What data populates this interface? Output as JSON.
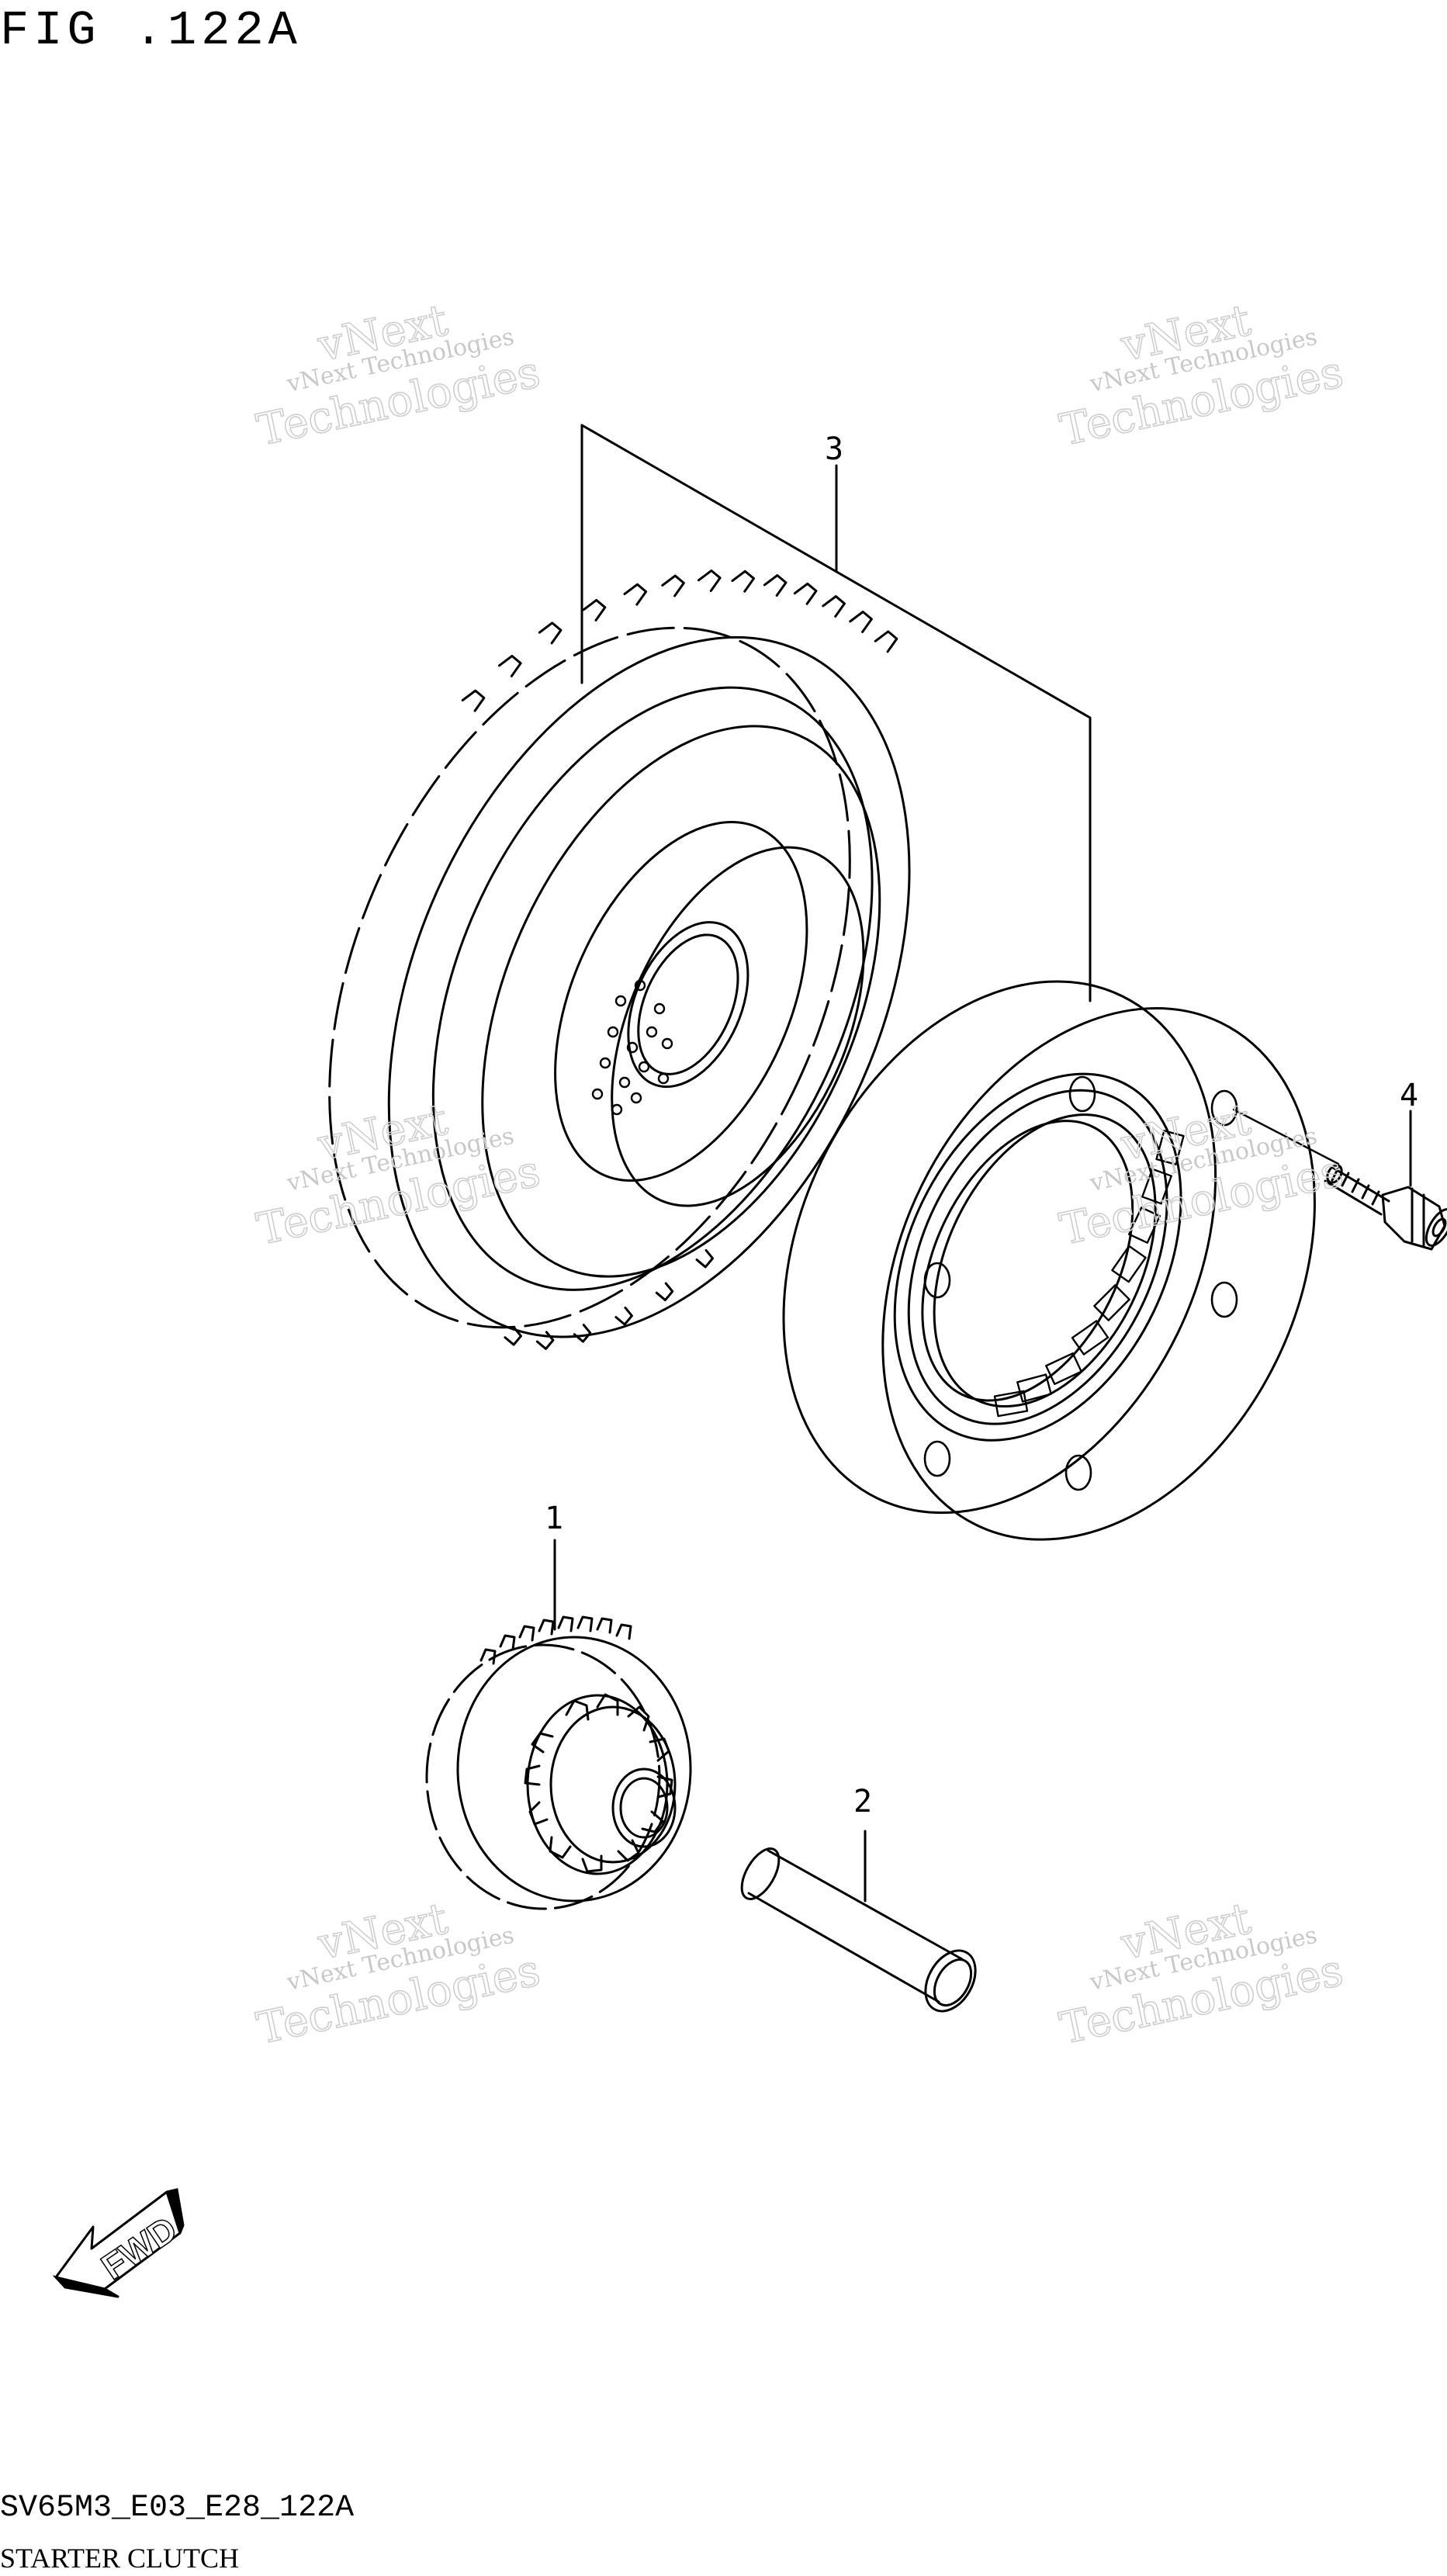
{
  "figure": {
    "title": "FIG .122A",
    "code": "SV65M3_E03_E28_122A",
    "name": "STARTER CLUTCH"
  },
  "callouts": {
    "part1": "1",
    "part2": "2",
    "part3": "3",
    "part4": "4"
  },
  "watermark": {
    "line1": "vNext Technologies",
    "line2": "vNext",
    "line3": "Technologies"
  },
  "fwd_label": "FWD"
}
